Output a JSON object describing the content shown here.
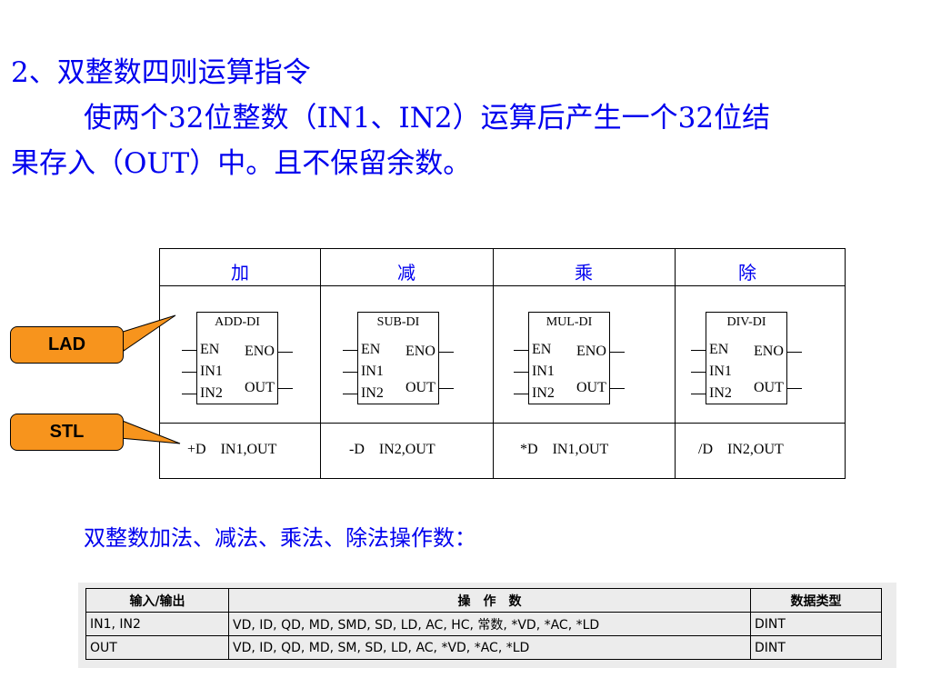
{
  "heading": "2、双整数四则运算指令",
  "description": {
    "line1": "使两个32位整数（IN1、IN2）运算后产生一个32位结",
    "line2": "果存入（OUT）中。且不保留余数。"
  },
  "instruction_table": {
    "headers": [
      "加",
      "减",
      "乘",
      "除"
    ],
    "blocks": [
      {
        "name": "ADD-DI",
        "en": "EN",
        "eno": "ENO",
        "in1": "IN1",
        "in2": "IN2",
        "out": "OUT"
      },
      {
        "name": "SUB-DI",
        "en": "EN",
        "eno": "ENO",
        "in1": "IN1",
        "in2": "IN2",
        "out": "OUT"
      },
      {
        "name": "MUL-DI",
        "en": "EN",
        "eno": "ENO",
        "in1": "IN1",
        "in2": "IN2",
        "out": "OUT"
      },
      {
        "name": "DIV-DI",
        "en": "EN",
        "eno": "ENO",
        "in1": "IN1",
        "in2": "IN2",
        "out": "OUT"
      }
    ],
    "stl": [
      {
        "op": "+D",
        "args": "IN1,OUT"
      },
      {
        "op": "-D",
        "args": "IN2,OUT"
      },
      {
        "op": "*D",
        "args": "IN1,OUT"
      },
      {
        "op": "/D",
        "args": "IN2,OUT"
      }
    ]
  },
  "callouts": {
    "lad": "LAD",
    "stl": "STL"
  },
  "operands_title": "双整数加法、减法、乘法、除法操作数：",
  "operands_table": {
    "headers": [
      "输入/输出",
      "操　作　数",
      "数据类型"
    ],
    "rows": [
      [
        "IN1, IN2",
        "VD, ID, QD, MD, SMD, SD, LD, AC, HC, 常数, *VD, *AC, *LD",
        "DINT"
      ],
      [
        "OUT",
        "VD, ID, QD, MD, SM, SD, LD, AC, *VD, *AC, *LD",
        "DINT"
      ]
    ]
  },
  "colors": {
    "text": "#0000ee",
    "callout": "#f7941d"
  }
}
